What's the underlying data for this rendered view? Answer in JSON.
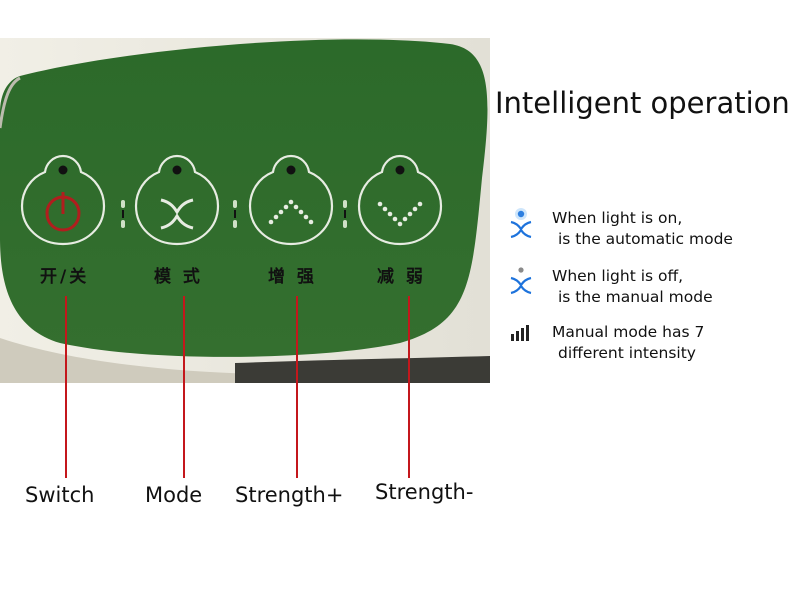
{
  "heading": "Intelligent operation",
  "panel": {
    "keys": [
      {
        "label": "开/关",
        "icon": "power-icon"
      },
      {
        "label": "模 式",
        "icon": "mode-icon"
      },
      {
        "label": "增 强",
        "icon": "chevron-up-icon"
      },
      {
        "label": "减 弱",
        "icon": "chevron-down-icon"
      }
    ],
    "colors": {
      "panel_green": "#2f6a2c",
      "power_red": "#b01e1e",
      "leader_red": "#c4171c"
    }
  },
  "captions": [
    "Switch",
    "Mode",
    "Strength+",
    "Strength-"
  ],
  "legend": [
    {
      "icon": "mode-light-on-icon",
      "line1": "When light is on,",
      "line2": "is the automatic mode"
    },
    {
      "icon": "mode-light-off-icon",
      "line1": "When light is off,",
      "line2": "is the manual mode"
    },
    {
      "icon": "signal-bars-icon",
      "line1": "Manual mode has 7",
      "line2": "different intensity"
    }
  ]
}
